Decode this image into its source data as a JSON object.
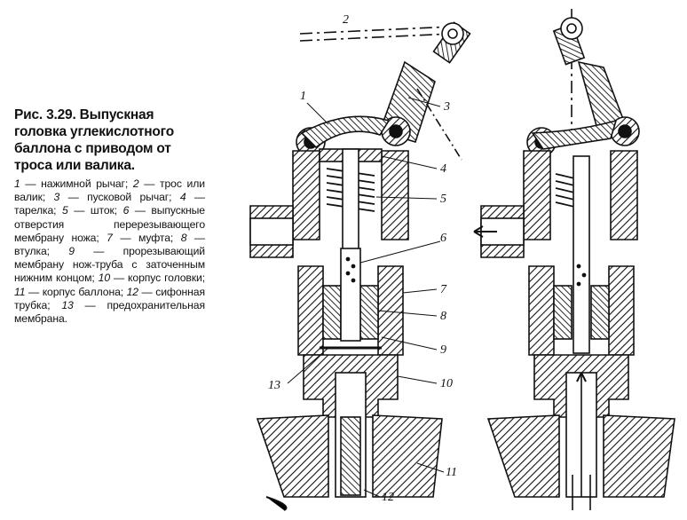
{
  "caption": {
    "title": "Рис. 3.29. Выпускная головка углекислотного баллона с приводом от троса или валика.",
    "legend": [
      {
        "num": "1",
        "text": "нажимной рычаг;"
      },
      {
        "num": "2",
        "text": "трос или валик;"
      },
      {
        "num": "3",
        "text": "пусковой рычаг;"
      },
      {
        "num": "4",
        "text": "тарелка;"
      },
      {
        "num": "5",
        "text": "шток;"
      },
      {
        "num": "6",
        "text": "выпускные отверстия перерезывающего мембрану ножа;"
      },
      {
        "num": "7",
        "text": "муфта;"
      },
      {
        "num": "8",
        "text": "втулка;"
      },
      {
        "num": "9",
        "text": "прорезывающий мембрану нож-труба с заточенным нижним концом;"
      },
      {
        "num": "10",
        "text": "корпус головки;"
      },
      {
        "num": "11",
        "text": "корпус баллона;"
      },
      {
        "num": "12",
        "text": "сифонная трубка;"
      },
      {
        "num": "13",
        "text": "предохранительная мембрана."
      }
    ]
  },
  "figure": {
    "labels": {
      "l1": "1",
      "l2": "2",
      "l3": "3",
      "l4": "4",
      "l5": "5",
      "l6": "6",
      "l7": "7",
      "l8": "8",
      "l9": "9",
      "l10": "10",
      "l11": "11",
      "l12": "12",
      "l13": "13"
    }
  }
}
